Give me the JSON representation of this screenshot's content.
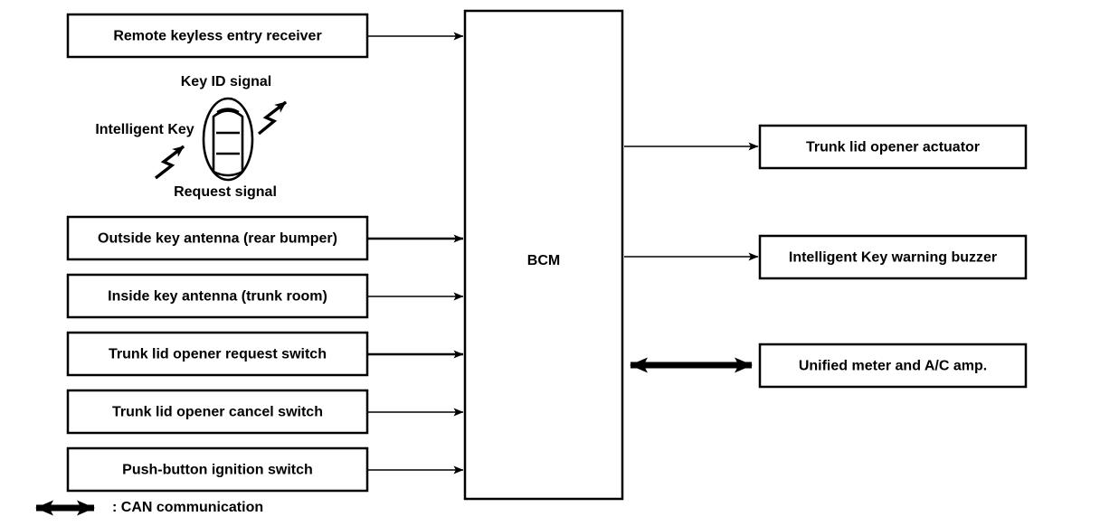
{
  "diagram": {
    "title": "BCM trunk lid opener system block diagram",
    "colors": {
      "line": "#000000",
      "box_fill": "#ffffff",
      "background": "#ffffff"
    },
    "center_unit": {
      "label": "BCM",
      "name": "bcm-box"
    },
    "inputs": [
      {
        "label": "Remote keyless entry receiver",
        "name": "remote-keyless-entry-receiver",
        "arrow": "single-right"
      },
      {
        "label": "Outside key antenna (rear bumper)",
        "name": "outside-key-antenna",
        "arrow": "single-right"
      },
      {
        "label": "Inside key antenna (trunk room)",
        "name": "inside-key-antenna",
        "arrow": "single-right"
      },
      {
        "label": "Trunk lid opener request switch",
        "name": "trunk-lid-opener-request-switch",
        "arrow": "single-right"
      },
      {
        "label": "Trunk lid opener cancel switch",
        "name": "trunk-lid-opener-cancel-switch",
        "arrow": "single-right"
      },
      {
        "label": "Push-button ignition switch",
        "name": "push-button-ignition-switch",
        "arrow": "single-right"
      }
    ],
    "outputs": [
      {
        "label": "Trunk lid opener actuator",
        "name": "trunk-lid-opener-actuator",
        "arrow": "single-right"
      },
      {
        "label": "Intelligent Key warning buzzer",
        "name": "intelligent-key-warning-buzzer",
        "arrow": "single-right"
      },
      {
        "label": "Unified meter and A/C amp.",
        "name": "unified-meter-and-ac-amp",
        "arrow": "double-thick"
      }
    ],
    "key_illustration": {
      "device_label": "Intelligent Key",
      "signal_out_label": "Key ID signal",
      "signal_in_label": "Request signal",
      "icon": "intelligent-key-fob-icon"
    },
    "legend": {
      "symbol": "double-headed-arrow",
      "text": ": CAN communication"
    }
  }
}
